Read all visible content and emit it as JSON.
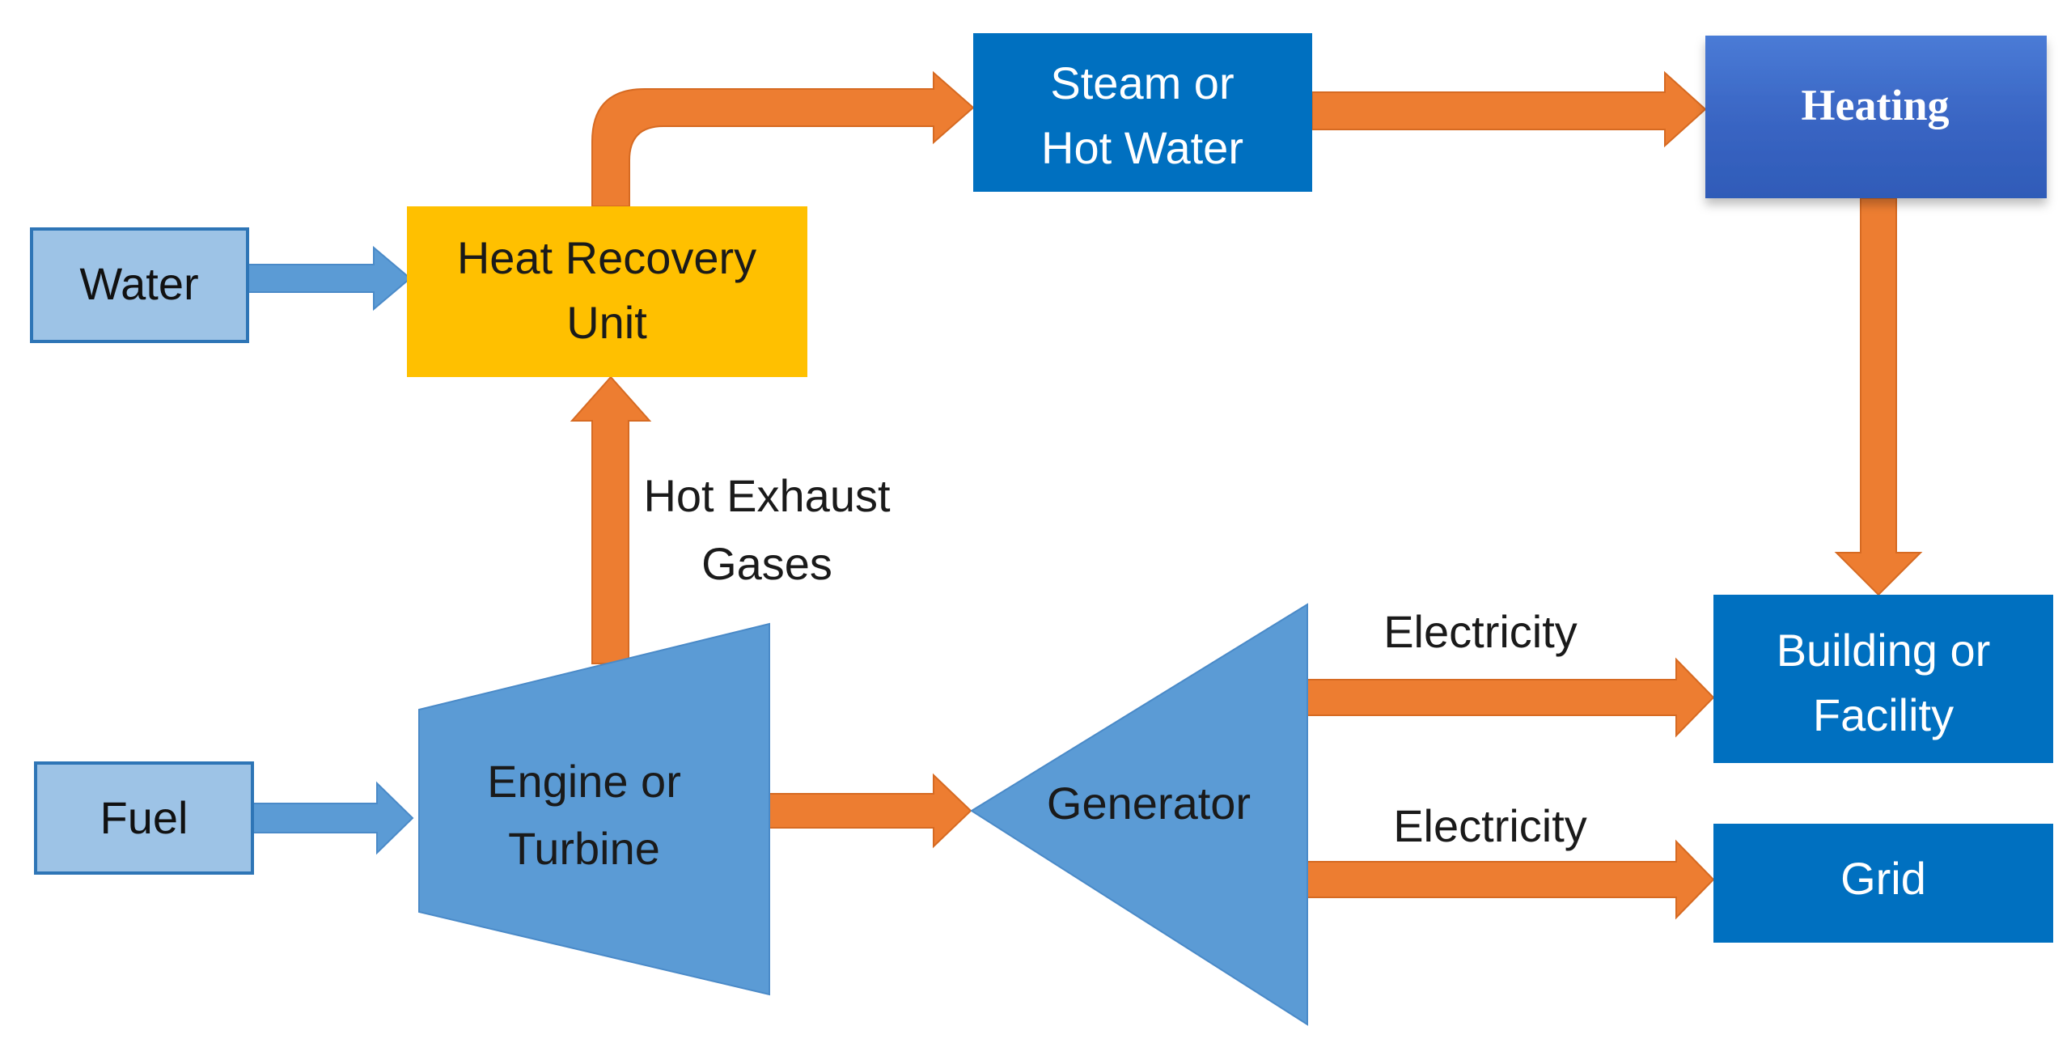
{
  "diagram": {
    "title": "Combined Heat and Power flow",
    "colors": {
      "flow_hot": "#ED7D31",
      "flow_input": "#5B9BD5",
      "input_box": "#9DC3E6",
      "input_border": "#2E75B6",
      "heat_recovery": "#FFC000",
      "output_box": "#0070C0",
      "heating_box": "#3B6CC8",
      "machine": "#5B9BD5"
    },
    "nodes": {
      "water": "Water",
      "fuel": "Fuel",
      "heat_recovery": [
        "Heat Recovery",
        "Unit"
      ],
      "steam": [
        "Steam or",
        "Hot Water"
      ],
      "heating": "Heating",
      "engine": [
        "Engine or",
        "Turbine"
      ],
      "generator": "Generator",
      "building": [
        "Building or",
        "Facility"
      ],
      "grid": "Grid"
    },
    "edge_labels": {
      "exhaust": [
        "Hot Exhaust",
        "Gases"
      ],
      "electricity_building": "Electricity",
      "electricity_grid": "Electricity"
    },
    "edges": [
      {
        "from": "Water",
        "to": "Heat Recovery Unit"
      },
      {
        "from": "Heat Recovery Unit",
        "to": "Steam or Hot Water"
      },
      {
        "from": "Steam or Hot Water",
        "to": "Heating"
      },
      {
        "from": "Heating",
        "to": "Building or Facility"
      },
      {
        "from": "Engine or Turbine",
        "to": "Heat Recovery Unit",
        "label": "Hot Exhaust Gases"
      },
      {
        "from": "Fuel",
        "to": "Engine or Turbine"
      },
      {
        "from": "Engine or Turbine",
        "to": "Generator"
      },
      {
        "from": "Generator",
        "to": "Building or Facility",
        "label": "Electricity"
      },
      {
        "from": "Generator",
        "to": "Grid",
        "label": "Electricity"
      }
    ]
  }
}
